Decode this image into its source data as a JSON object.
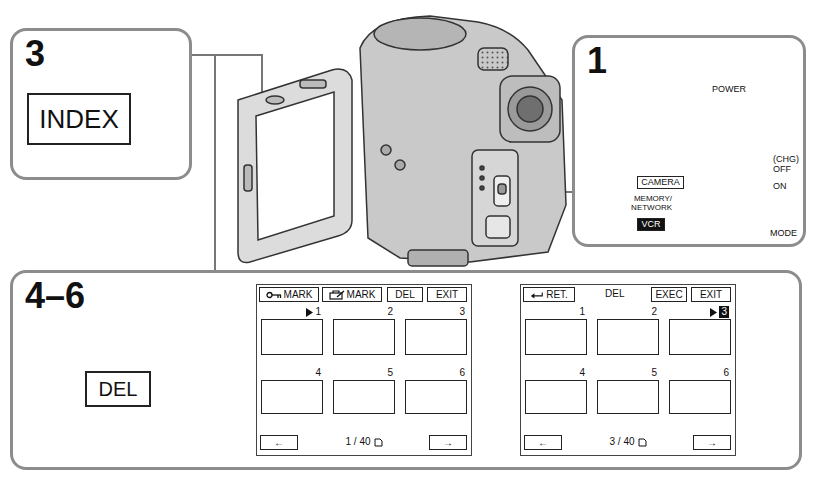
{
  "diagram": {
    "nodes": [
      {
        "text": [
          "3"
        ]
      },
      {
        "text": [
          "INDEX"
        ],
        "in": 0
      },
      {
        "text": [
          "1"
        ]
      },
      {
        "text": [
          "CAMERA"
        ],
        "in": 2
      },
      {
        "text": [
          "VCR"
        ],
        "in": 2
      },
      {
        "text": [
          "4–6"
        ]
      },
      {
        "text": [
          "DEL"
        ],
        "in": 5
      },
      {
        "text": [
          "1 / 40"
        ],
        "in": 5
      },
      {
        "text": [
          "MARK"
        ],
        "in": 7
      },
      {
        "text": [
          "MARK"
        ],
        "in": 7
      },
      {
        "text": [
          "DEL"
        ],
        "in": 7
      },
      {
        "text": [
          "EXIT"
        ],
        "in": 7
      },
      {
        "text": [
          "1"
        ],
        "in": 7
      },
      {
        "text": [
          "2"
        ],
        "in": 7
      },
      {
        "text": [
          "3"
        ],
        "in": 7
      },
      {
        "text": [
          "4"
        ],
        "in": 7
      },
      {
        "text": [
          "5"
        ],
        "in": 7
      },
      {
        "text": [
          "6"
        ],
        "in": 7
      },
      {
        "text": [
          "←"
        ],
        "in": 7
      },
      {
        "text": [
          "→"
        ],
        "in": 7
      },
      {
        "text": [
          "DEL",
          "3 / 40"
        ],
        "in": 5
      },
      {
        "text": [
          "RET."
        ],
        "in": 20
      },
      {
        "text": [
          "EXEC"
        ],
        "in": 20
      },
      {
        "text": [
          "EXIT"
        ],
        "in": 20
      },
      {
        "text": [
          "1"
        ],
        "in": 20
      },
      {
        "text": [
          "2"
        ],
        "in": 20
      },
      {
        "text": [
          "3"
        ],
        "in": 20
      },
      {
        "text": [
          "4"
        ],
        "in": 20
      },
      {
        "text": [
          "5"
        ],
        "in": 20
      },
      {
        "text": [
          "6"
        ],
        "in": 20
      },
      {
        "text": [
          "←"
        ],
        "in": 20
      },
      {
        "text": [
          "→"
        ],
        "in": 20
      }
    ],
    "edges": [
      {
        "from": 7,
        "to": 20,
        "arrow": "to"
      }
    ],
    "labels": [
      "POWER",
      "MEMORY/ NETWORK",
      "(CHG) OFF",
      "ON",
      "MODE"
    ]
  }
}
